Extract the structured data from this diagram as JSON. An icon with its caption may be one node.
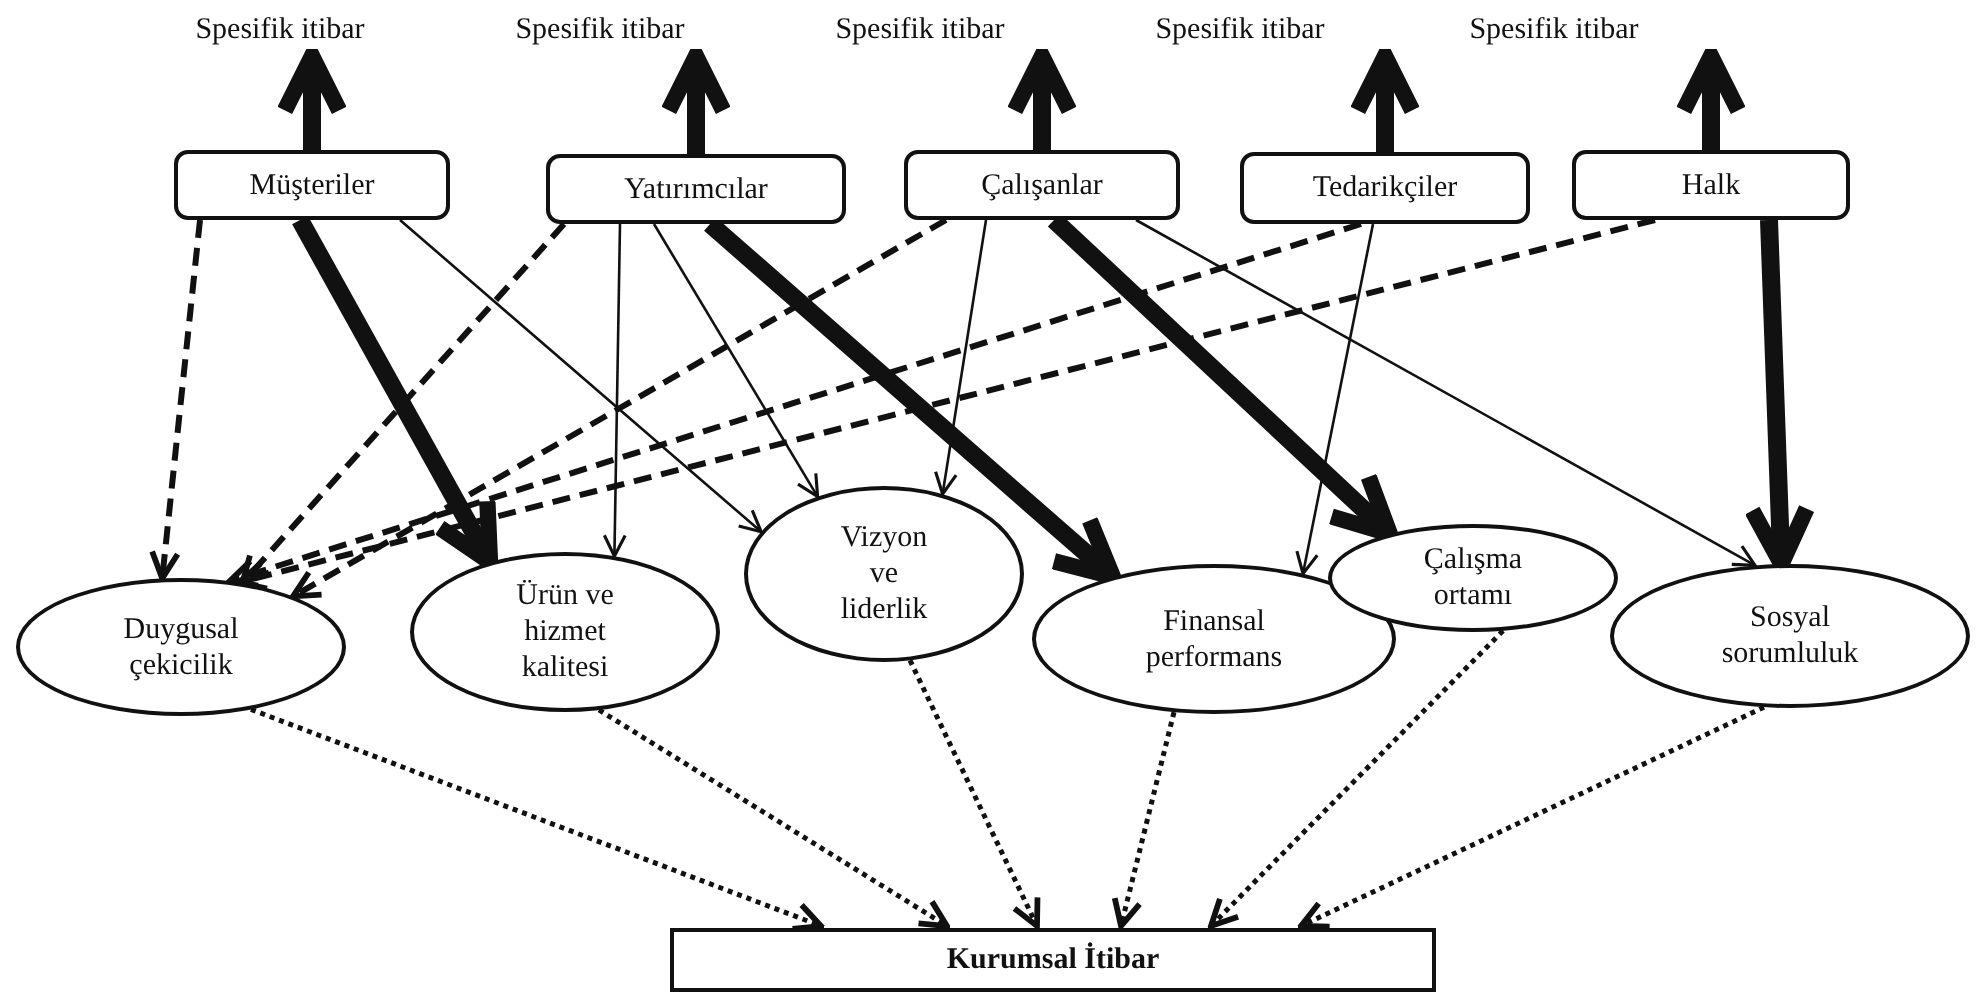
{
  "diagram": {
    "nodes": [
      {
        "text": [
          "Spesifik itibar"
        ]
      },
      {
        "text": [
          "Spesifik itibar"
        ]
      },
      {
        "text": [
          "Spesifik itibar"
        ]
      },
      {
        "text": [
          "Spesifik itibar"
        ]
      },
      {
        "text": [
          "Spesifik itibar"
        ]
      },
      {
        "text": [
          "Müşteriler"
        ]
      },
      {
        "text": [
          "Yatırımcılar"
        ]
      },
      {
        "text": [
          "Çalışanlar"
        ]
      },
      {
        "text": [
          "Tedarikçiler"
        ]
      },
      {
        "text": [
          "Halk"
        ]
      },
      {
        "text": [
          "Duygusal çekicilik"
        ]
      },
      {
        "text": [
          "Ürün ve hizmet kalitesi"
        ]
      },
      {
        "text": [
          "Vizyon ve liderlik"
        ]
      },
      {
        "text": [
          "Finansal performans"
        ]
      },
      {
        "text": [
          "Çalışma ortamı"
        ]
      },
      {
        "text": [
          "Sosyal sorumluluk"
        ]
      },
      {
        "text": [
          "Kurumsal İtibar"
        ]
      }
    ],
    "edges": [
      {
        "from": 5,
        "to": 0,
        "arrow": "to",
        "style": "thick"
      },
      {
        "from": 6,
        "to": 1,
        "arrow": "to",
        "style": "thick"
      },
      {
        "from": 7,
        "to": 2,
        "arrow": "to",
        "style": "thick"
      },
      {
        "from": 8,
        "to": 3,
        "arrow": "to",
        "style": "thick"
      },
      {
        "from": 9,
        "to": 4,
        "arrow": "to",
        "style": "thick"
      },
      {
        "from": 5,
        "to": 10,
        "arrow": "to",
        "style": "dashed"
      },
      {
        "from": 5,
        "to": 11,
        "arrow": "to",
        "style": "thick"
      },
      {
        "from": 5,
        "to": 12,
        "arrow": "to"
      },
      {
        "from": 6,
        "to": 10,
        "arrow": "to",
        "style": "dashed"
      },
      {
        "from": 6,
        "to": 11,
        "arrow": "to"
      },
      {
        "from": 6,
        "to": 12,
        "arrow": "to"
      },
      {
        "from": 6,
        "to": 13,
        "arrow": "to",
        "style": "thick"
      },
      {
        "from": 7,
        "to": 10,
        "arrow": "to",
        "style": "dashed"
      },
      {
        "from": 7,
        "to": 12,
        "arrow": "to"
      },
      {
        "from": 7,
        "to": 14,
        "arrow": "to",
        "style": "thick"
      },
      {
        "from": 7,
        "to": 15,
        "arrow": "to"
      },
      {
        "from": 8,
        "to": 10,
        "arrow": "to",
        "style": "dashed"
      },
      {
        "from": 8,
        "to": 13,
        "arrow": "to"
      },
      {
        "from": 9,
        "to": 10,
        "arrow": "to",
        "style": "dashed"
      },
      {
        "from": 9,
        "to": 15,
        "arrow": "to",
        "style": "thick"
      },
      {
        "from": 10,
        "to": 16,
        "arrow": "to",
        "style": "dashed"
      },
      {
        "from": 11,
        "to": 16,
        "arrow": "to",
        "style": "dashed"
      },
      {
        "from": 12,
        "to": 16,
        "arrow": "to",
        "style": "dashed"
      },
      {
        "from": 13,
        "to": 16,
        "arrow": "to",
        "style": "dashed"
      },
      {
        "from": 14,
        "to": 16,
        "arrow": "to",
        "style": "dashed"
      },
      {
        "from": 15,
        "to": 16,
        "arrow": "to",
        "style": "dashed"
      }
    ]
  }
}
